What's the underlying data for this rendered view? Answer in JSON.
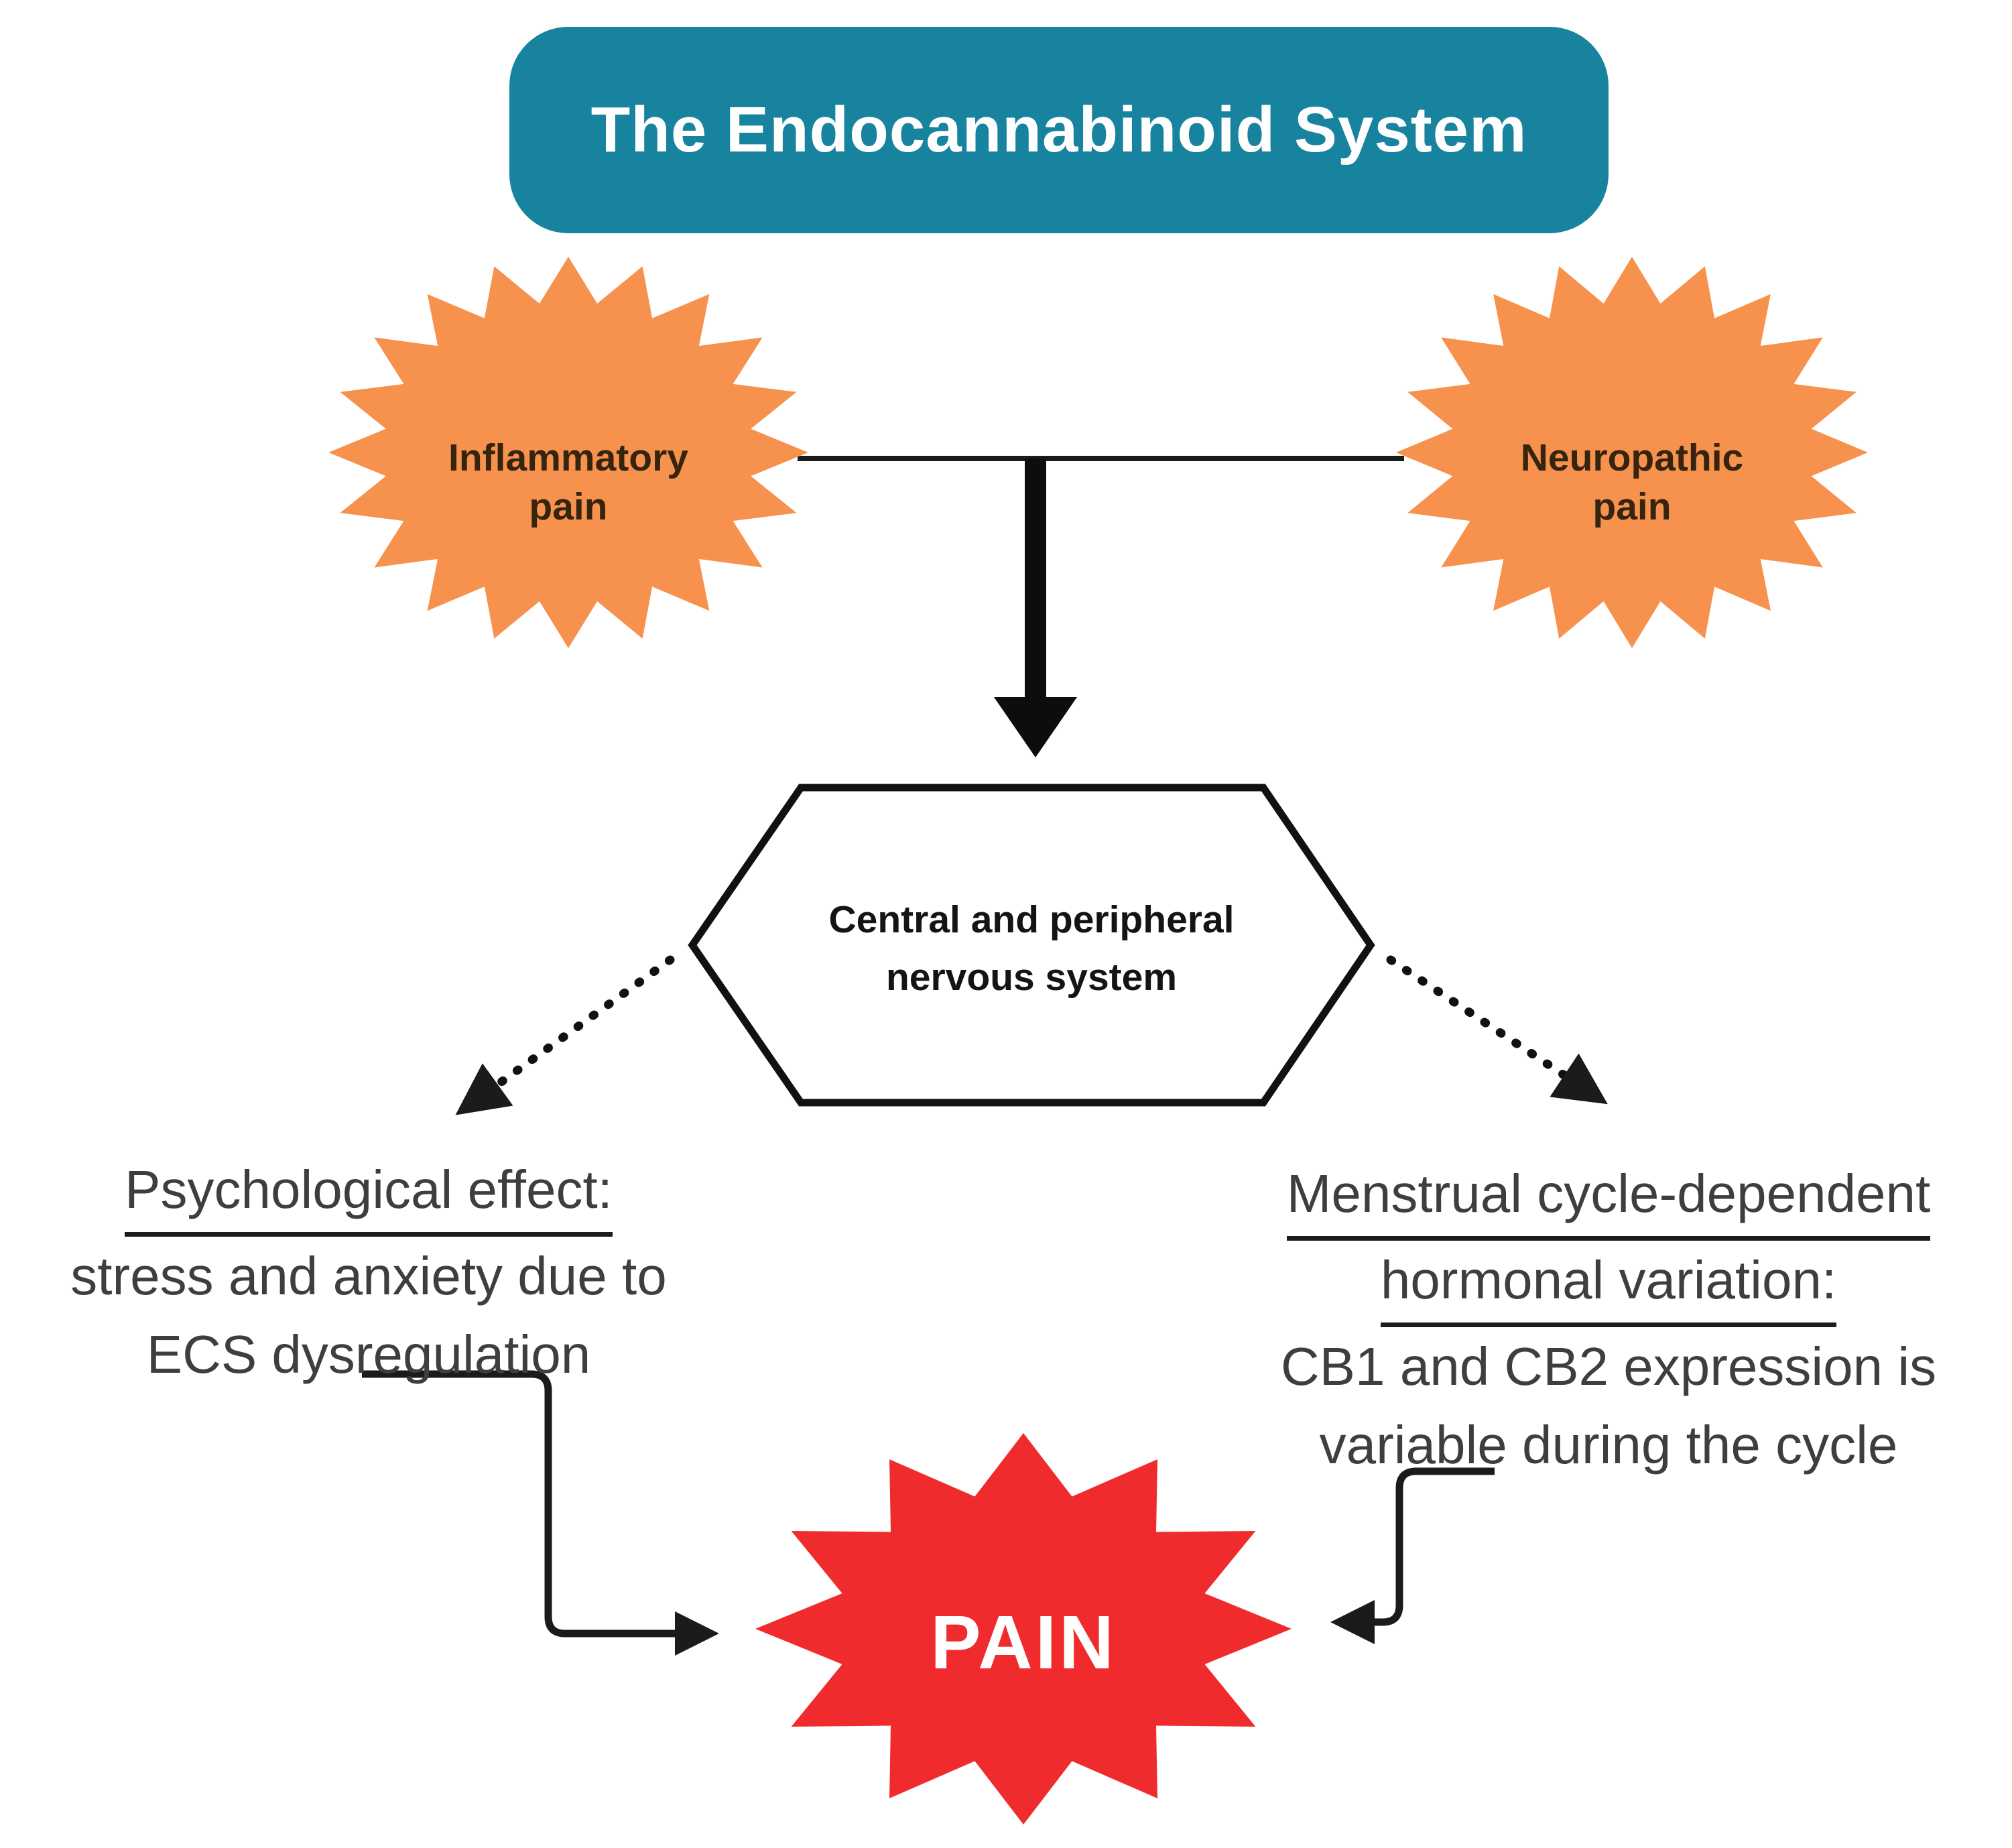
{
  "title": {
    "label": "The Endocannabinoid System"
  },
  "stars": {
    "inflammatory": {
      "line1": "Inflammatory",
      "line2": "pain"
    },
    "neuropathic": {
      "line1": "Neuropathic",
      "line2": "pain"
    },
    "pain": {
      "label": "PAIN"
    }
  },
  "hexagon": {
    "line1": "Central and peripheral",
    "line2": "nervous system"
  },
  "left_note": {
    "heading": "Psychological effect:",
    "line2": "stress and anxiety due to",
    "line3": "ECS dysregulation"
  },
  "right_note": {
    "heading1": "Menstrual cycle-dependent",
    "heading2": "hormonal variation:",
    "line3": "CB1 and CB2 expression is",
    "line4": "variable during the cycle"
  },
  "colors": {
    "banner_teal": "#17839E",
    "star_orange": "#F6924E",
    "star_red": "#EF2B2D",
    "line_ink": "#1B1B1B",
    "body_text": "#3E3E3E",
    "star_label_brown": "#36240F",
    "white": "#FFFFFF"
  }
}
